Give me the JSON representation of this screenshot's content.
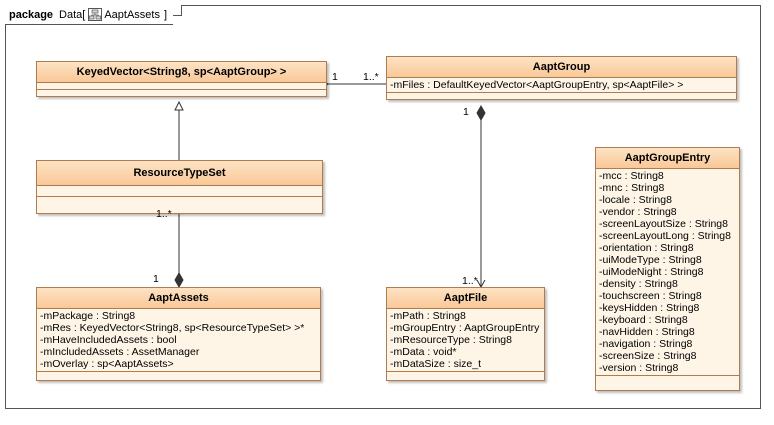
{
  "package": {
    "keyword": "package",
    "name": "Data",
    "open_bracket": "[",
    "diagram_name": "AaptAssets",
    "close_bracket": "]"
  },
  "classes": {
    "keyed_vector": {
      "name": "KeyedVector<String8, sp<AaptGroup> >",
      "attributes": []
    },
    "aapt_group": {
      "name": "AaptGroup",
      "attributes": [
        "-mFiles : DefaultKeyedVector<AaptGroupEntry, sp<AaptFile> >"
      ]
    },
    "resource_type_set": {
      "name": "ResourceTypeSet",
      "attributes": []
    },
    "aapt_group_entry": {
      "name": "AaptGroupEntry",
      "attributes": [
        "-mcc : String8",
        "-mnc : String8",
        "-locale : String8",
        "-vendor : String8",
        "-screenLayoutSize : String8",
        "-screenLayoutLong : String8",
        "-orientation : String8",
        "-uiModeType : String8",
        "-uiModeNight : String8",
        "-density : String8",
        "-touchscreen : String8",
        "-keysHidden : String8",
        "-keyboard : String8",
        "-navHidden : String8",
        "-navigation : String8",
        "-screenSize : String8",
        "-version : String8"
      ]
    },
    "aapt_assets": {
      "name": "AaptAssets",
      "attributes": [
        "-mPackage : String8",
        "-mRes : KeyedVector<String8, sp<ResourceTypeSet> >*",
        "-mHaveIncludedAssets : bool",
        "-mIncludedAssets : AssetManager",
        "-mOverlay : sp<AaptAssets>"
      ]
    },
    "aapt_file": {
      "name": "AaptFile",
      "attributes": [
        "-mPath : String8",
        "-mGroupEntry : AaptGroupEntry",
        "-mResourceType : String8",
        "-mData : void*",
        "-mDataSize : size_t"
      ]
    }
  },
  "multiplicities": {
    "kv_side": "1",
    "group_side": "1..*",
    "group_to_file_top": "1",
    "group_to_file_bottom": "1..*",
    "rts_side": "1..*",
    "assets_side": "1"
  },
  "colors": {
    "border": "#b07b4d",
    "header_top": "#fde3c4",
    "header_bottom": "#f9c898",
    "body": "#fef5e7",
    "line": "#333333"
  }
}
